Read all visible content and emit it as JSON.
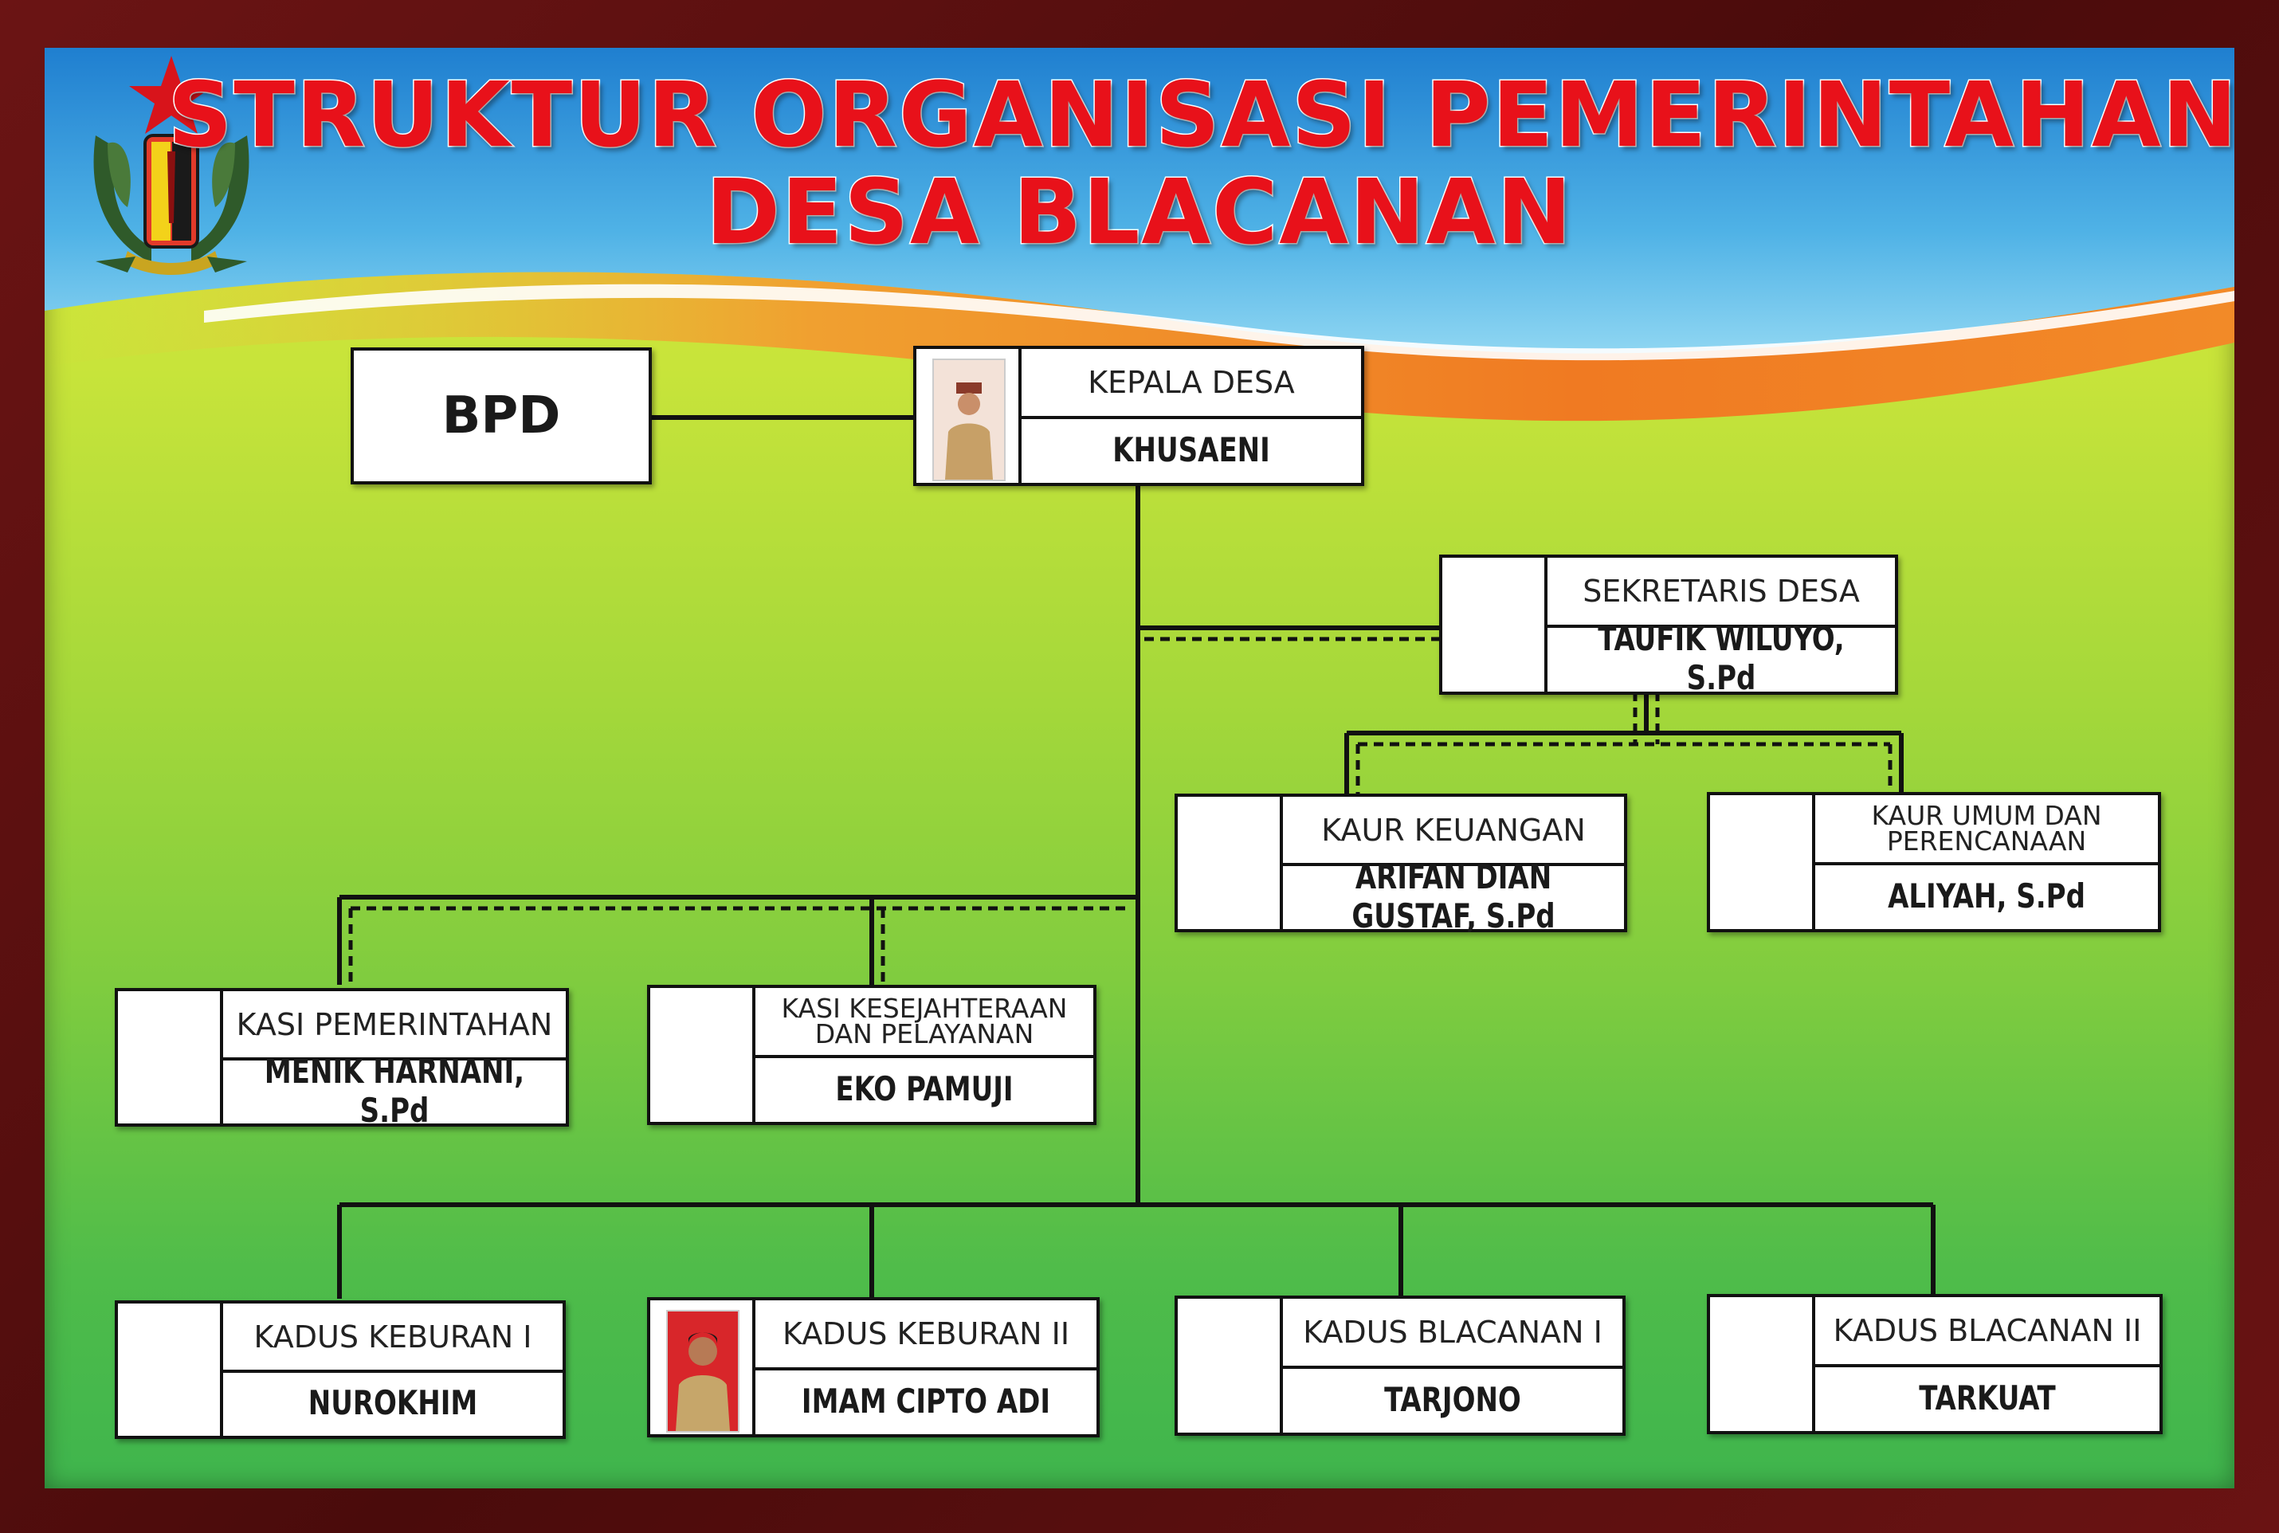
{
  "title": {
    "line1": "STRUKTUR ORGANISASI PEMERINTAHAN",
    "line2": "DESA BLACANAN"
  },
  "colors": {
    "frame": "#5a1010",
    "title": "#e8111a",
    "sky": "#2e8fd6",
    "field": "#9fd63c",
    "line": "#111111"
  },
  "bpd": {
    "label": "BPD"
  },
  "kepala_desa": {
    "role": "KEPALA DESA",
    "name": "KHUSAENI"
  },
  "sekretaris": {
    "role": "SEKRETARIS DESA",
    "name": "TAUFIK WILUYO, S.Pd"
  },
  "kaur": [
    {
      "role": "KAUR KEUANGAN",
      "name": "ARIFAN DIAN GUSTAF, S.Pd"
    },
    {
      "role": "KAUR UMUM DAN PERENCANAAN",
      "name": "ALIYAH, S.Pd"
    }
  ],
  "kasi": [
    {
      "role": "KASI PEMERINTAHAN",
      "name": "MENIK HARNANI, S.Pd"
    },
    {
      "role": "KASI KESEJAHTERAAN DAN PELAYANAN",
      "name": "EKO PAMUJI"
    }
  ],
  "kadus": [
    {
      "role": "KADUS KEBURAN I",
      "name": "NUROKHIM"
    },
    {
      "role": "KADUS KEBURAN II",
      "name": "IMAM CIPTO ADI"
    },
    {
      "role": "KADUS BLACANAN I",
      "name": "TARJONO"
    },
    {
      "role": "KADUS BLACANAN II",
      "name": "TARKUAT"
    }
  ],
  "icons": {
    "emblem": "district-emblem-icon",
    "portrait": "person-portrait-icon"
  }
}
